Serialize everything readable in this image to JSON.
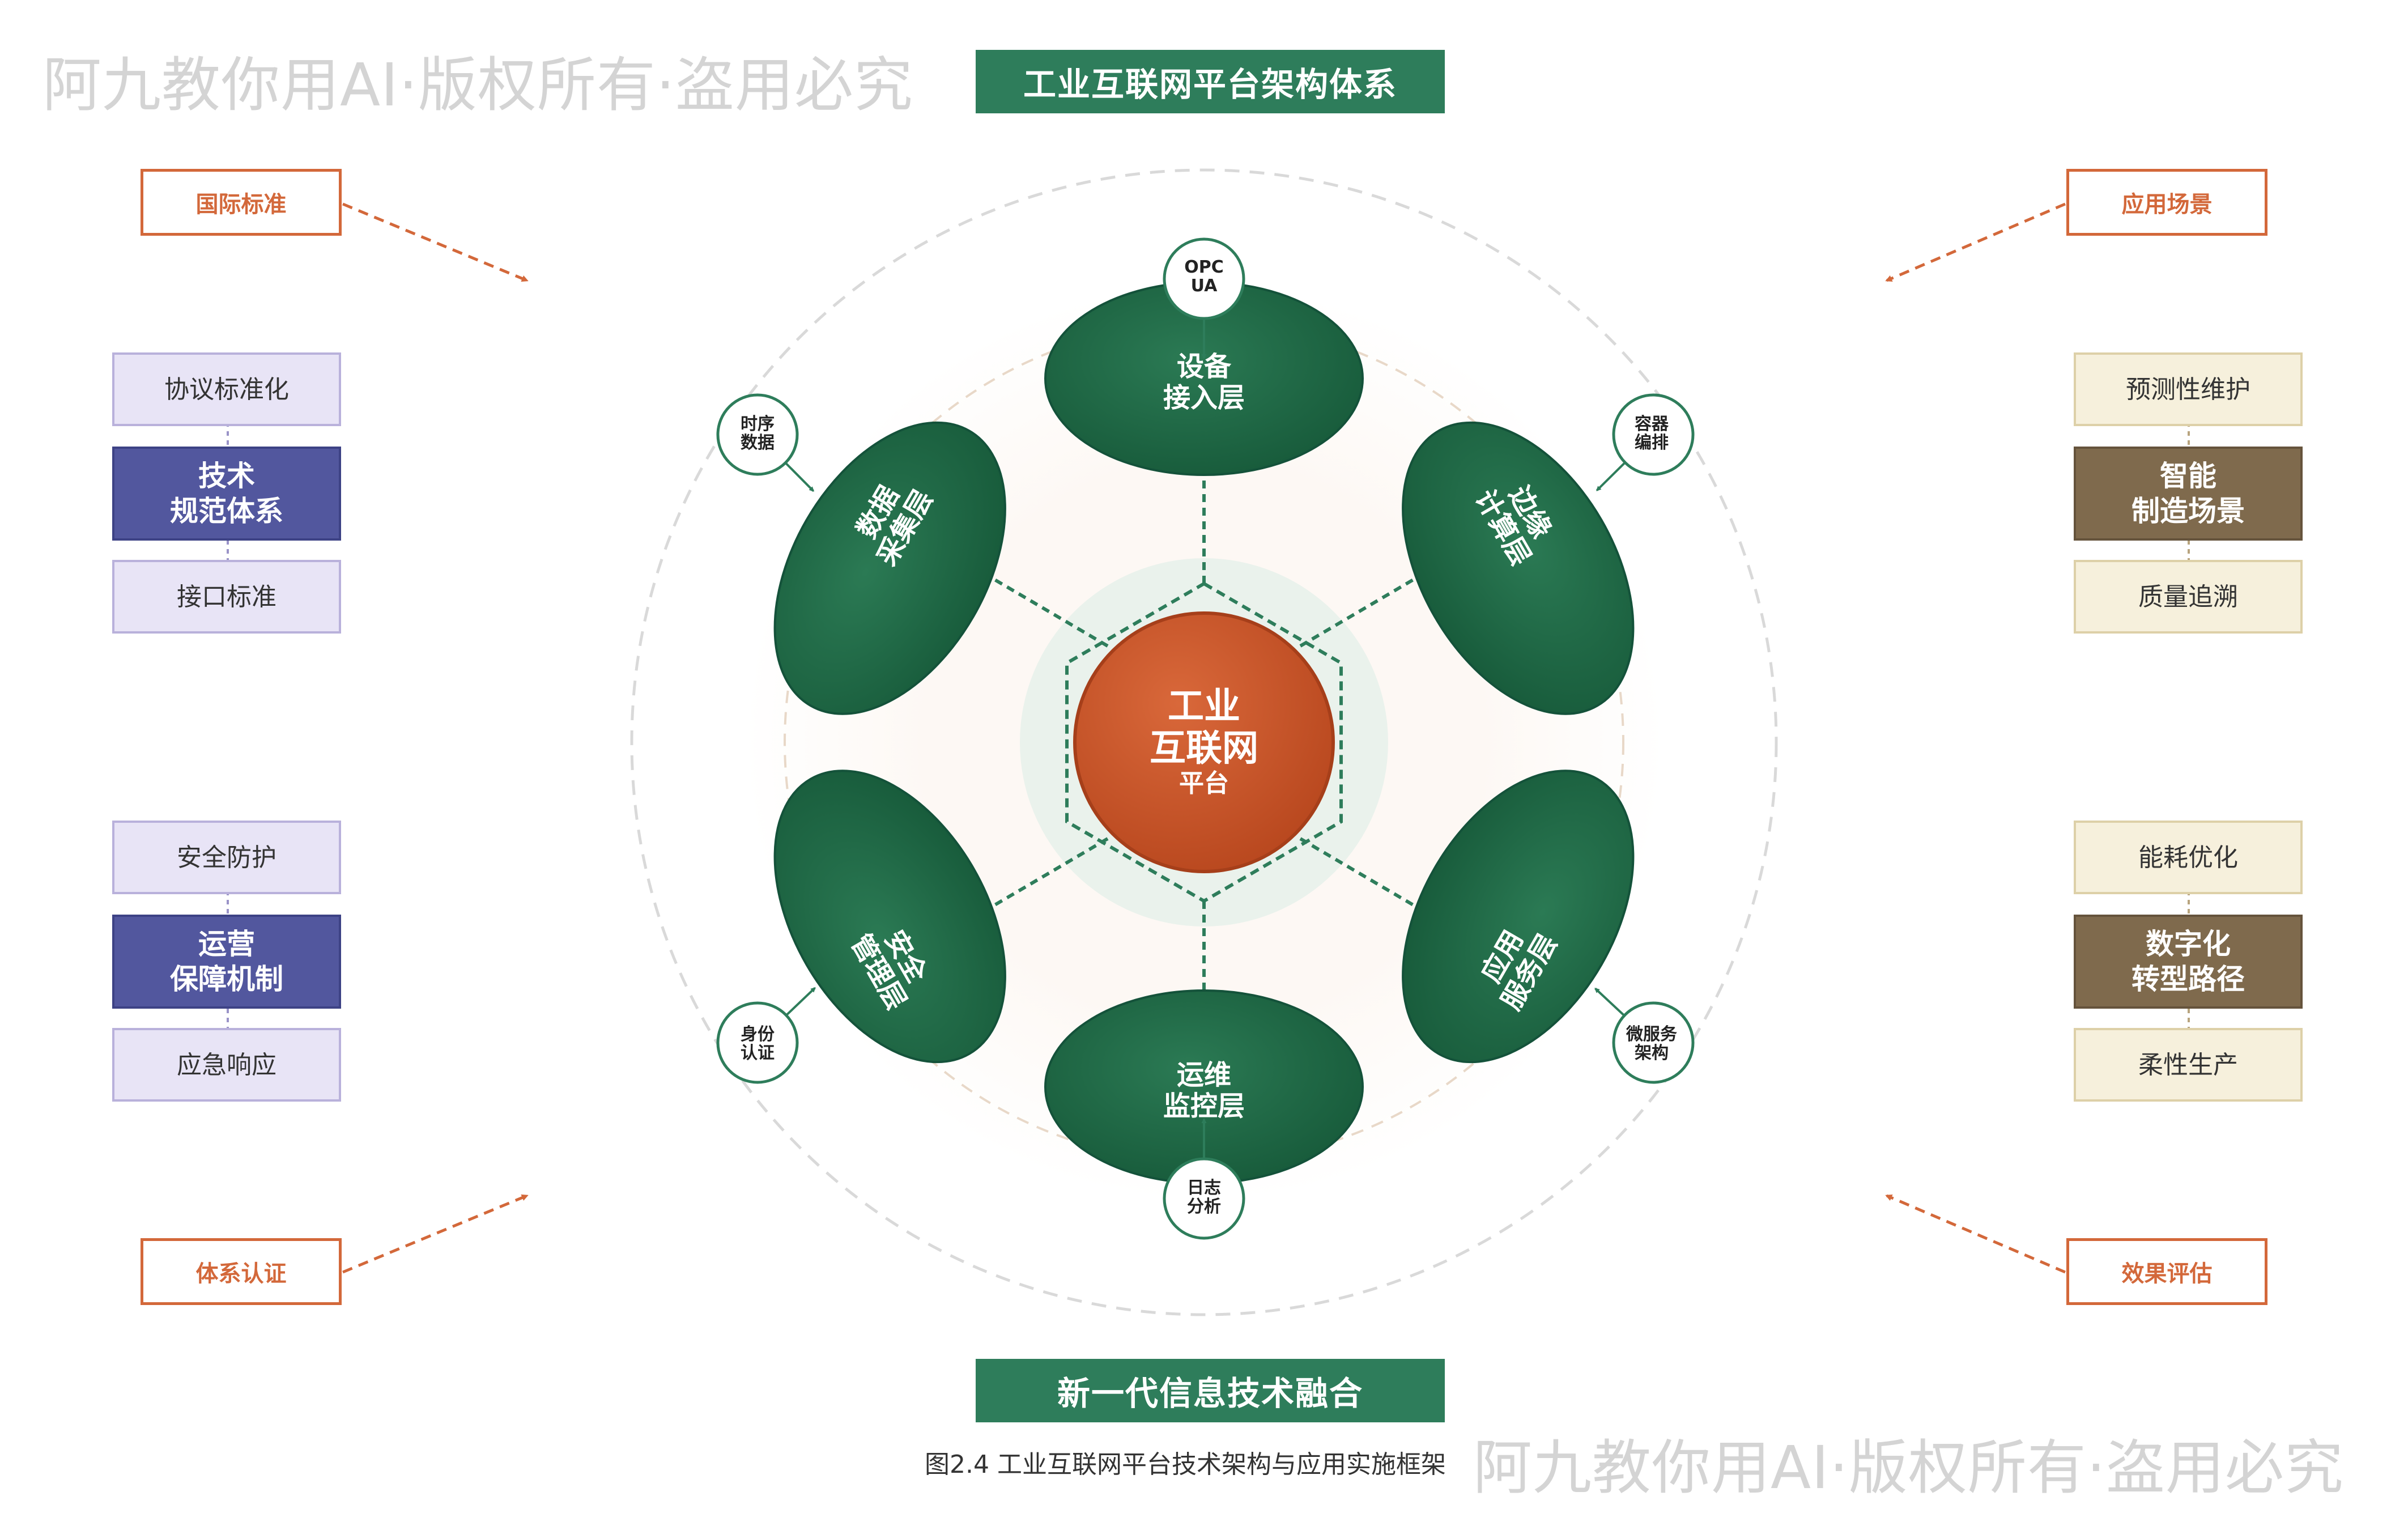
{
  "watermark": "阿九教你用AI·版权所有·盗用必究",
  "header": {
    "title": "工业互联网平台架构体系"
  },
  "footer": {
    "banner": "新一代信息技术融合",
    "caption": "图2.4 工业互联网平台技术架构与应用实施框架"
  },
  "core": {
    "line1": "工业",
    "line2": "互联网",
    "line3": "平台"
  },
  "layers": [
    {
      "label": "设备\n接入层",
      "node": "OPC\nUA"
    },
    {
      "label": "边缘\n计算层",
      "node": "容器\n编排"
    },
    {
      "label": "应用\n服务层",
      "node": "微服务\n架构"
    },
    {
      "label": "运维\n监控层",
      "node": "日志\n分析"
    },
    {
      "label": "安全\n管理层",
      "node": "身份\n认证"
    },
    {
      "label": "数据\n采集层",
      "node": "时序\n数据"
    }
  ],
  "corner_tags": {
    "top_left": "国际标准",
    "top_right": "应用场景",
    "bottom_left": "体系认证",
    "bottom_right": "效果评估"
  },
  "left_panels": [
    {
      "items": [
        "协议标准化",
        "技术\n规范体系",
        "接口标准"
      ]
    },
    {
      "items": [
        "安全防护",
        "运营\n保障机制",
        "应急响应"
      ]
    }
  ],
  "right_panels": [
    {
      "items": [
        "预测性维护",
        "智能\n制造场景",
        "质量追溯"
      ]
    },
    {
      "items": [
        "能耗优化",
        "数字化\n转型路径",
        "柔性生产"
      ]
    }
  ],
  "colors": {
    "layer_green": "#1e6b47",
    "core_orange": "#cf5a2c",
    "accent_orange": "#d3683a",
    "title_green": "#2e7d5b",
    "left_purple": "#52579e",
    "right_brown": "#7f6a4d"
  }
}
